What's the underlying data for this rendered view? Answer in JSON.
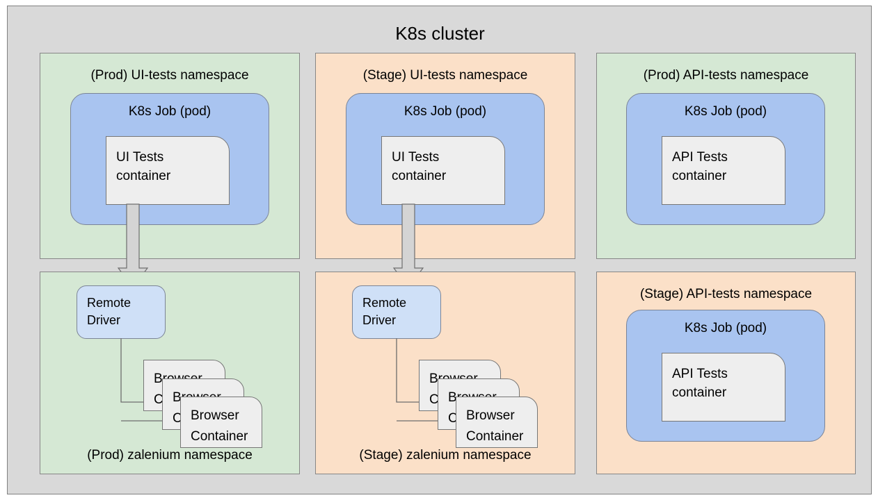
{
  "cluster": {
    "title": "K8s cluster"
  },
  "colors": {
    "cluster_bg": "#d9d9d9",
    "namespace_prod": "#d5e8d4",
    "namespace_stage": "#fbe0c8",
    "pod": "#a9c4f0",
    "container": "#eeeeee",
    "driver": "#cfe0f7",
    "border": "#868686",
    "arrow": "#d4d4d4"
  },
  "namespaces": [
    {
      "id": "prod-ui-tests",
      "title": "(Prod) UI-tests namespace",
      "env": "Prod",
      "theme": "green",
      "title_position": "top",
      "pod": {
        "title": "K8s Job (pod)",
        "container_label": "UI Tests\ncontainer"
      }
    },
    {
      "id": "stage-ui-tests",
      "title": "(Stage) UI-tests namespace",
      "env": "Stage",
      "theme": "orange",
      "title_position": "top",
      "pod": {
        "title": "K8s Job (pod)",
        "container_label": "UI Tests\ncontainer"
      }
    },
    {
      "id": "prod-api-tests",
      "title": "(Prod) API-tests namespace",
      "env": "Prod",
      "theme": "green",
      "title_position": "top",
      "pod": {
        "title": "K8s Job (pod)",
        "container_label": "API Tests\ncontainer"
      }
    },
    {
      "id": "prod-zalenium",
      "title": "(Prod) zalenium namespace",
      "env": "Prod",
      "theme": "green",
      "title_position": "bottom",
      "driver_label": "Remote\nDriver",
      "browser_cards": [
        "Browser\nContainer",
        "Browser\nContainer",
        "Browser\nContainer"
      ]
    },
    {
      "id": "stage-zalenium",
      "title": "(Stage) zalenium namespace",
      "env": "Stage",
      "theme": "orange",
      "title_position": "bottom",
      "driver_label": "Remote\nDriver",
      "browser_cards": [
        "Browser\nContainer",
        "Browser\nContainer",
        "Browser\nContainer"
      ]
    },
    {
      "id": "stage-api-tests",
      "title": "(Stage) API-tests namespace",
      "env": "Stage",
      "theme": "orange",
      "title_position": "top",
      "pod": {
        "title": "K8s Job (pod)",
        "container_label": "API Tests\ncontainer"
      }
    }
  ]
}
